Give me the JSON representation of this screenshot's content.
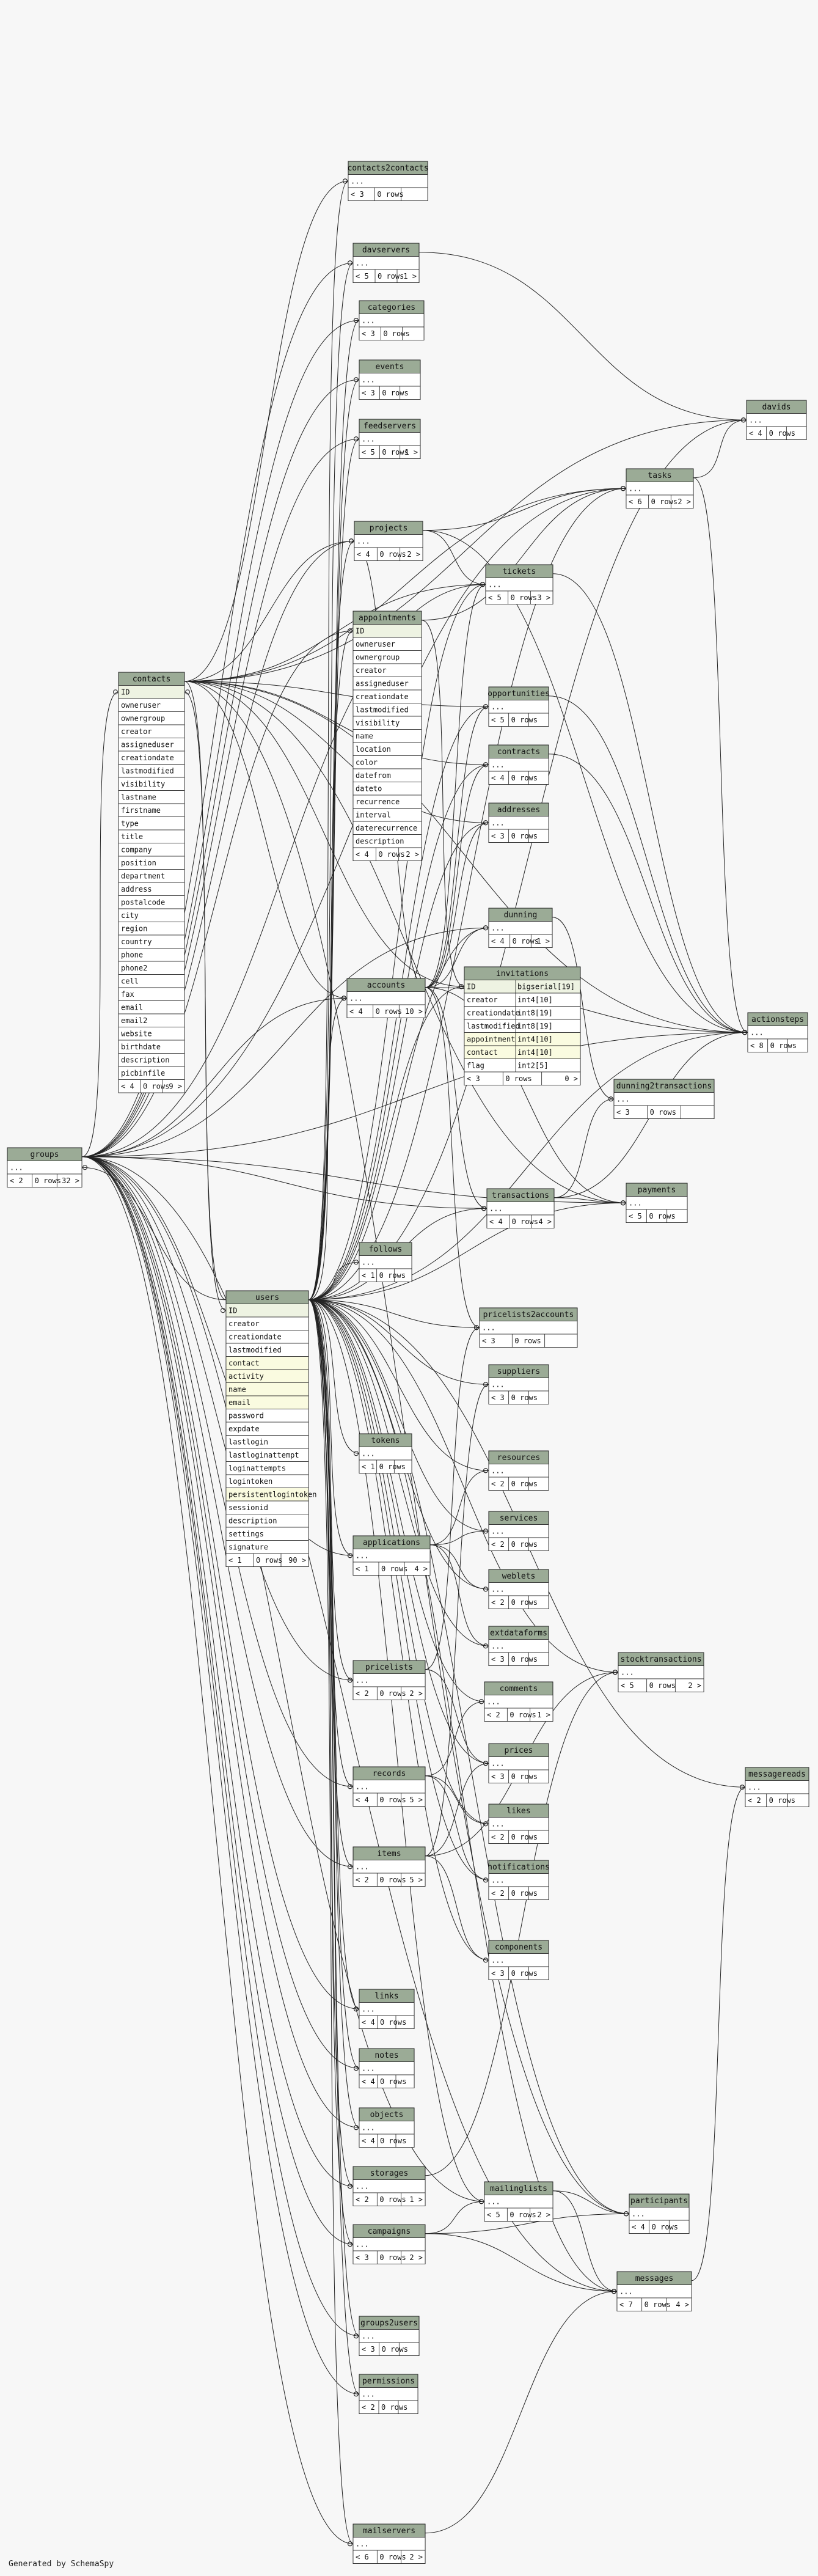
{
  "footer": "Generated by SchemaSpy",
  "tables": [
    {
      "id": "contacts2contacts",
      "title": "contacts2contacts",
      "fields": [
        "..."
      ],
      "footer": [
        "< 3",
        "0 rows",
        ""
      ]
    },
    {
      "id": "davservers",
      "title": "davservers",
      "fields": [
        "..."
      ],
      "footer": [
        "< 5",
        "0 rows",
        "1 >"
      ]
    },
    {
      "id": "categories",
      "title": "categories",
      "fields": [
        "..."
      ],
      "footer": [
        "< 3",
        "0 rows",
        ""
      ]
    },
    {
      "id": "events",
      "title": "events",
      "fields": [
        "..."
      ],
      "footer": [
        "< 3",
        "0 rows",
        ""
      ]
    },
    {
      "id": "feedservers",
      "title": "feedservers",
      "fields": [
        "..."
      ],
      "footer": [
        "< 5",
        "0 rows",
        "1 >"
      ]
    },
    {
      "id": "davids",
      "title": "davids",
      "fields": [
        "..."
      ],
      "footer": [
        "< 4",
        "0 rows",
        ""
      ]
    },
    {
      "id": "tasks",
      "title": "tasks",
      "fields": [
        "..."
      ],
      "footer": [
        "< 6",
        "0 rows",
        "2 >"
      ]
    },
    {
      "id": "projects",
      "title": "projects",
      "fields": [
        "..."
      ],
      "footer": [
        "< 4",
        "0 rows",
        "2 >"
      ]
    },
    {
      "id": "tickets",
      "title": "tickets",
      "fields": [
        "..."
      ],
      "footer": [
        "< 5",
        "0 rows",
        "3 >"
      ]
    },
    {
      "id": "appointments",
      "title": "appointments",
      "fields": [
        "ID",
        "owneruser",
        "ownergroup",
        "creator",
        "assigneduser",
        "creationdate",
        "lastmodified",
        "visibility",
        "name",
        "location",
        "color",
        "datefrom",
        "dateto",
        "recurrence",
        "interval",
        "daterecurrence",
        "description"
      ],
      "footer": [
        "< 4",
        "0 rows",
        "2 >"
      ]
    },
    {
      "id": "contacts",
      "title": "contacts",
      "fields": [
        "ID",
        "owneruser",
        "ownergroup",
        "creator",
        "assigneduser",
        "creationdate",
        "lastmodified",
        "visibility",
        "lastname",
        "firstname",
        "type",
        "title",
        "company",
        "position",
        "department",
        "address",
        "postalcode",
        "city",
        "region",
        "country",
        "phone",
        "phone2",
        "cell",
        "fax",
        "email",
        "email2",
        "website",
        "birthdate",
        "description",
        "picbinfile"
      ],
      "footer": [
        "< 4",
        "0 rows",
        "9 >"
      ]
    },
    {
      "id": "opportunities",
      "title": "opportunities",
      "fields": [
        "..."
      ],
      "footer": [
        "< 5",
        "0 rows",
        ""
      ]
    },
    {
      "id": "contracts",
      "title": "contracts",
      "fields": [
        "..."
      ],
      "footer": [
        "< 4",
        "0 rows",
        ""
      ]
    },
    {
      "id": "addresses",
      "title": "addresses",
      "fields": [
        "..."
      ],
      "footer": [
        "< 3",
        "0 rows",
        ""
      ]
    },
    {
      "id": "dunning",
      "title": "dunning",
      "fields": [
        "..."
      ],
      "footer": [
        "< 4",
        "0 rows",
        "1 >"
      ]
    },
    {
      "id": "accounts",
      "title": "accounts",
      "fields": [
        "..."
      ],
      "footer": [
        "< 4",
        "0 rows",
        "10 >"
      ]
    },
    {
      "id": "invitations",
      "title": "invitations",
      "fields": [
        "ID",
        "creator",
        "creationdate",
        "lastmodified",
        "appointment",
        "contact",
        "flag"
      ],
      "types": [
        "bigserial[19]",
        "int4[10]",
        "int8[19]",
        "int8[19]",
        "int4[10]",
        "int4[10]",
        "int2[5]"
      ],
      "footer": [
        "< 3",
        "0 rows",
        "0 >"
      ]
    },
    {
      "id": "actionsteps",
      "title": "actionsteps",
      "fields": [
        "..."
      ],
      "footer": [
        "< 8",
        "0 rows",
        ""
      ]
    },
    {
      "id": "dunning2transactions",
      "title": "dunning2transactions",
      "fields": [
        "..."
      ],
      "footer": [
        "< 3",
        "0 rows",
        ""
      ]
    },
    {
      "id": "groups",
      "title": "groups",
      "fields": [
        "..."
      ],
      "footer": [
        "< 2",
        "0 rows",
        "32 >"
      ]
    },
    {
      "id": "payments",
      "title": "payments",
      "fields": [
        "..."
      ],
      "footer": [
        "< 5",
        "0 rows",
        ""
      ]
    },
    {
      "id": "transactions",
      "title": "transactions",
      "fields": [
        "..."
      ],
      "footer": [
        "< 4",
        "0 rows",
        "4 >"
      ]
    },
    {
      "id": "follows",
      "title": "follows",
      "fields": [
        "..."
      ],
      "footer": [
        "< 1",
        "0 rows",
        ""
      ]
    },
    {
      "id": "users",
      "title": "users",
      "fields": [
        "ID",
        "creator",
        "creationdate",
        "lastmodified",
        "contact",
        "activity",
        "name",
        "email",
        "password",
        "expdate",
        "lastlogin",
        "lastloginattempt",
        "loginattempts",
        "logintoken",
        "persistentlogintoken",
        "sessionid",
        "description",
        "settings",
        "signature"
      ],
      "footer": [
        "< 1",
        "0 rows",
        "90 >"
      ]
    },
    {
      "id": "pricelists2accounts",
      "title": "pricelists2accounts",
      "fields": [
        "..."
      ],
      "footer": [
        "< 3",
        "0 rows",
        ""
      ]
    },
    {
      "id": "suppliers",
      "title": "suppliers",
      "fields": [
        "..."
      ],
      "footer": [
        "< 3",
        "0 rows",
        ""
      ]
    },
    {
      "id": "tokens",
      "title": "tokens",
      "fields": [
        "..."
      ],
      "footer": [
        "< 1",
        "0 rows",
        ""
      ]
    },
    {
      "id": "resources",
      "title": "resources",
      "fields": [
        "..."
      ],
      "footer": [
        "< 2",
        "0 rows",
        ""
      ]
    },
    {
      "id": "services",
      "title": "services",
      "fields": [
        "..."
      ],
      "footer": [
        "< 2",
        "0 rows",
        ""
      ]
    },
    {
      "id": "applications",
      "title": "applications",
      "fields": [
        "..."
      ],
      "footer": [
        "< 1",
        "0 rows",
        "4 >"
      ]
    },
    {
      "id": "weblets",
      "title": "weblets",
      "fields": [
        "..."
      ],
      "footer": [
        "< 2",
        "0 rows",
        ""
      ]
    },
    {
      "id": "extdataforms",
      "title": "extdataforms",
      "fields": [
        "..."
      ],
      "footer": [
        "< 3",
        "0 rows",
        ""
      ]
    },
    {
      "id": "stocktransactions",
      "title": "stocktransactions",
      "fields": [
        "..."
      ],
      "footer": [
        "< 5",
        "0 rows",
        "2 >"
      ]
    },
    {
      "id": "pricelists",
      "title": "pricelists",
      "fields": [
        "..."
      ],
      "footer": [
        "< 2",
        "0 rows",
        "2 >"
      ]
    },
    {
      "id": "comments",
      "title": "comments",
      "fields": [
        "..."
      ],
      "footer": [
        "< 2",
        "0 rows",
        "1 >"
      ]
    },
    {
      "id": "prices",
      "title": "prices",
      "fields": [
        "..."
      ],
      "footer": [
        "< 3",
        "0 rows",
        ""
      ]
    },
    {
      "id": "records",
      "title": "records",
      "fields": [
        "..."
      ],
      "footer": [
        "< 4",
        "0 rows",
        "5 >"
      ]
    },
    {
      "id": "messagereads",
      "title": "messagereads",
      "fields": [
        "..."
      ],
      "footer": [
        "< 2",
        "0 rows",
        ""
      ]
    },
    {
      "id": "likes",
      "title": "likes",
      "fields": [
        "..."
      ],
      "footer": [
        "< 2",
        "0 rows",
        ""
      ]
    },
    {
      "id": "items",
      "title": "items",
      "fields": [
        "..."
      ],
      "footer": [
        "< 2",
        "0 rows",
        "5 >"
      ]
    },
    {
      "id": "notifications",
      "title": "notifications",
      "fields": [
        "..."
      ],
      "footer": [
        "< 2",
        "0 rows",
        ""
      ]
    },
    {
      "id": "components",
      "title": "components",
      "fields": [
        "..."
      ],
      "footer": [
        "< 3",
        "0 rows",
        ""
      ]
    },
    {
      "id": "links",
      "title": "links",
      "fields": [
        "..."
      ],
      "footer": [
        "< 4",
        "0 rows",
        ""
      ]
    },
    {
      "id": "notes",
      "title": "notes",
      "fields": [
        "..."
      ],
      "footer": [
        "< 4",
        "0 rows",
        ""
      ]
    },
    {
      "id": "objects",
      "title": "objects",
      "fields": [
        "..."
      ],
      "footer": [
        "< 4",
        "0 rows",
        ""
      ]
    },
    {
      "id": "storages",
      "title": "storages",
      "fields": [
        "..."
      ],
      "footer": [
        "< 2",
        "0 rows",
        "1 >"
      ]
    },
    {
      "id": "mailinglists",
      "title": "mailinglists",
      "fields": [
        "..."
      ],
      "footer": [
        "< 5",
        "0 rows",
        "2 >"
      ]
    },
    {
      "id": "participants",
      "title": "participants",
      "fields": [
        "..."
      ],
      "footer": [
        "< 4",
        "0 rows",
        ""
      ]
    },
    {
      "id": "campaigns",
      "title": "campaigns",
      "fields": [
        "..."
      ],
      "footer": [
        "< 3",
        "0 rows",
        "2 >"
      ]
    },
    {
      "id": "messages",
      "title": "messages",
      "fields": [
        "..."
      ],
      "footer": [
        "< 7",
        "0 rows",
        "4 >"
      ]
    },
    {
      "id": "groups2users",
      "title": "groups2users",
      "fields": [
        "..."
      ],
      "footer": [
        "< 3",
        "0 rows",
        ""
      ]
    },
    {
      "id": "permissions",
      "title": "permissions",
      "fields": [
        "..."
      ],
      "footer": [
        "< 2",
        "0 rows",
        ""
      ]
    },
    {
      "id": "mailservers",
      "title": "mailservers",
      "fields": [
        "..."
      ],
      "footer": [
        "< 6",
        "0 rows",
        "2 >"
      ]
    }
  ],
  "relationships": [
    [
      "contacts",
      "contacts2contacts"
    ],
    [
      "contacts",
      "davids"
    ],
    [
      "contacts",
      "tasks"
    ],
    [
      "contacts",
      "projects"
    ],
    [
      "contacts",
      "tickets"
    ],
    [
      "contacts",
      "opportunities"
    ],
    [
      "contacts",
      "contracts"
    ],
    [
      "contacts",
      "addresses"
    ],
    [
      "contacts",
      "accounts"
    ],
    [
      "contacts",
      "invitations"
    ],
    [
      "contacts",
      "actionsteps"
    ],
    [
      "contacts",
      "payments"
    ],
    [
      "contacts",
      "users"
    ],
    [
      "contacts",
      "participants"
    ],
    [
      "groups",
      "contacts"
    ],
    [
      "groups",
      "davservers"
    ],
    [
      "groups",
      "categories"
    ],
    [
      "groups",
      "events"
    ],
    [
      "groups",
      "feedservers"
    ],
    [
      "groups",
      "projects"
    ],
    [
      "groups",
      "appointments"
    ],
    [
      "groups",
      "accounts"
    ],
    [
      "groups",
      "tasks"
    ],
    [
      "groups",
      "tickets"
    ],
    [
      "groups",
      "transactions"
    ],
    [
      "groups",
      "payments"
    ],
    [
      "groups",
      "dunning"
    ],
    [
      "groups",
      "pricelists"
    ],
    [
      "groups",
      "records"
    ],
    [
      "groups",
      "items"
    ],
    [
      "groups",
      "links"
    ],
    [
      "groups",
      "notes"
    ],
    [
      "groups",
      "objects"
    ],
    [
      "groups",
      "storages"
    ],
    [
      "groups",
      "campaigns"
    ],
    [
      "groups",
      "mailinglists"
    ],
    [
      "groups",
      "groups2users"
    ],
    [
      "groups",
      "permissions"
    ],
    [
      "groups",
      "mailservers"
    ],
    [
      "groups",
      "messages"
    ],
    [
      "groups",
      "actionsteps"
    ],
    [
      "groups",
      "applications"
    ],
    [
      "users",
      "contacts"
    ],
    [
      "users",
      "appointments"
    ],
    [
      "users",
      "contacts2contacts"
    ],
    [
      "users",
      "davservers"
    ],
    [
      "users",
      "categories"
    ],
    [
      "users",
      "events"
    ],
    [
      "users",
      "feedservers"
    ],
    [
      "users",
      "projects"
    ],
    [
      "users",
      "tasks"
    ],
    [
      "users",
      "tickets"
    ],
    [
      "users",
      "accounts"
    ],
    [
      "users",
      "opportunities"
    ],
    [
      "users",
      "contracts"
    ],
    [
      "users",
      "addresses"
    ],
    [
      "users",
      "dunning"
    ],
    [
      "users",
      "invitations"
    ],
    [
      "users",
      "transactions"
    ],
    [
      "users",
      "payments"
    ],
    [
      "users",
      "follows"
    ],
    [
      "users",
      "pricelists2accounts"
    ],
    [
      "users",
      "suppliers"
    ],
    [
      "users",
      "tokens"
    ],
    [
      "users",
      "resources"
    ],
    [
      "users",
      "services"
    ],
    [
      "users",
      "applications"
    ],
    [
      "users",
      "weblets"
    ],
    [
      "users",
      "extdataforms"
    ],
    [
      "users",
      "stocktransactions"
    ],
    [
      "users",
      "pricelists"
    ],
    [
      "users",
      "comments"
    ],
    [
      "users",
      "prices"
    ],
    [
      "users",
      "records"
    ],
    [
      "users",
      "messagereads"
    ],
    [
      "users",
      "likes"
    ],
    [
      "users",
      "items"
    ],
    [
      "users",
      "notifications"
    ],
    [
      "users",
      "components"
    ],
    [
      "users",
      "links"
    ],
    [
      "users",
      "notes"
    ],
    [
      "users",
      "objects"
    ],
    [
      "users",
      "storages"
    ],
    [
      "users",
      "mailinglists"
    ],
    [
      "users",
      "participants"
    ],
    [
      "users",
      "campaigns"
    ],
    [
      "users",
      "messages"
    ],
    [
      "users",
      "groups2users"
    ],
    [
      "users",
      "permissions"
    ],
    [
      "users",
      "mailservers"
    ],
    [
      "users",
      "davids"
    ],
    [
      "users",
      "actionsteps"
    ],
    [
      "users",
      "groups"
    ],
    [
      "appointments",
      "invitations"
    ],
    [
      "appointments",
      "tasks"
    ],
    [
      "projects",
      "tasks"
    ],
    [
      "projects",
      "tickets"
    ],
    [
      "projects",
      "actionsteps"
    ],
    [
      "tickets",
      "actionsteps"
    ],
    [
      "tasks",
      "actionsteps"
    ],
    [
      "accounts",
      "opportunities"
    ],
    [
      "accounts",
      "contracts"
    ],
    [
      "accounts",
      "addresses"
    ],
    [
      "accounts",
      "dunning"
    ],
    [
      "accounts",
      "transactions"
    ],
    [
      "accounts",
      "payments"
    ],
    [
      "accounts",
      "pricelists2accounts"
    ],
    [
      "accounts",
      "actionsteps"
    ],
    [
      "accounts",
      "tickets"
    ],
    [
      "accounts",
      "projects"
    ],
    [
      "dunning",
      "dunning2transactions"
    ],
    [
      "transactions",
      "dunning2transactions"
    ],
    [
      "transactions",
      "payments"
    ],
    [
      "transactions",
      "actionsteps"
    ],
    [
      "opportunities",
      "actionsteps"
    ],
    [
      "contracts",
      "actionsteps"
    ],
    [
      "applications",
      "resources"
    ],
    [
      "applications",
      "services"
    ],
    [
      "applications",
      "weblets"
    ],
    [
      "applications",
      "extdataforms"
    ],
    [
      "pricelists",
      "pricelists2accounts"
    ],
    [
      "pricelists",
      "prices"
    ],
    [
      "records",
      "comments"
    ],
    [
      "records",
      "likes"
    ],
    [
      "records",
      "notifications"
    ],
    [
      "items",
      "stocktransactions"
    ],
    [
      "items",
      "prices"
    ],
    [
      "items",
      "components"
    ],
    [
      "items",
      "suppliers"
    ],
    [
      "storages",
      "stocktransactions"
    ],
    [
      "campaigns",
      "mailinglists"
    ],
    [
      "campaigns",
      "participants"
    ],
    [
      "campaigns",
      "messages"
    ],
    [
      "mailinglists",
      "participants"
    ],
    [
      "mailinglists",
      "messages"
    ],
    [
      "messages",
      "messagereads"
    ],
    [
      "mailservers",
      "messages"
    ],
    [
      "davservers",
      "davids"
    ],
    [
      "tasks",
      "davids"
    ]
  ]
}
